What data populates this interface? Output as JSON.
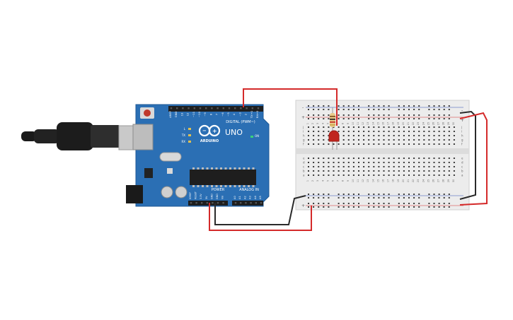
{
  "arduino": {
    "model_label": "UNO",
    "brand_label": "ARDUINO",
    "digital_header_label": "DIGITAL (PWM~)",
    "power_header_label": "POWER",
    "analog_header_label": "ANALOG IN",
    "digital_pins": [
      "AREF",
      "GND",
      "13",
      "12",
      "~11",
      "~10",
      "~9",
      "8",
      "7",
      "~6",
      "~5",
      "4",
      "~3",
      "2",
      "TX→1",
      "RX←0"
    ],
    "power_pins": [
      "IOREF",
      "RESET",
      "3.3V",
      "5V",
      "GND",
      "GND",
      "Vin"
    ],
    "analog_pins": [
      "A0",
      "A1",
      "A2",
      "A3",
      "A4",
      "A5"
    ],
    "led_labels": [
      "L",
      "TX",
      "RX"
    ],
    "on_label": "ON",
    "board_color": "#2b6fb4",
    "chip_color": "#1e1e1e"
  },
  "breadboard": {
    "column_numbers": [
      "1",
      "2",
      "3",
      "4",
      "5",
      "6",
      "7",
      "8",
      "9",
      "10",
      "11",
      "12",
      "13",
      "14",
      "15",
      "16",
      "17",
      "18",
      "19",
      "20",
      "21",
      "22",
      "23",
      "24",
      "25",
      "26",
      "27",
      "28",
      "29",
      "30"
    ],
    "row_letters_top": [
      "j",
      "i",
      "h",
      "g",
      "f"
    ],
    "row_letters_bottom": [
      "e",
      "d",
      "c",
      "b",
      "a"
    ],
    "rail_minus": "-",
    "rail_plus": "+"
  },
  "wires": {
    "red_color": "#d42a2a",
    "black_color": "#2a2a2a"
  },
  "components": {
    "led_color": "#c0261f",
    "resistor_color": "#e8c98a"
  }
}
